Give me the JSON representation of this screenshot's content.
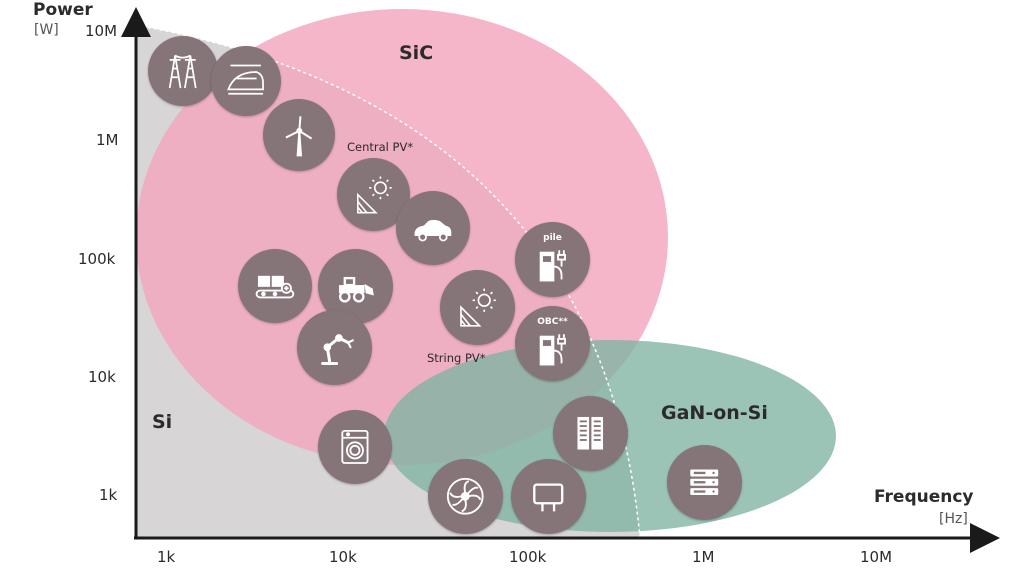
{
  "axes": {
    "y_title": "Power",
    "y_unit": "[W]",
    "x_title": "Frequency",
    "x_unit": "[Hz]",
    "y_ticks": [
      "10M",
      "1M",
      "100k",
      "10k",
      "1k"
    ],
    "x_ticks": [
      "1k",
      "10k",
      "100k",
      "1M",
      "10M"
    ]
  },
  "regions": {
    "si": "Si",
    "sic": "SiC",
    "gan": "GaN-on-Si"
  },
  "labels": {
    "central_pv": "Central PV*",
    "string_pv": "String PV*"
  },
  "icons": {
    "pile_text": "pile",
    "obc_text": "OBC**"
  },
  "colors": {
    "si": "#d8d5d6",
    "sic": "#f2a6bc",
    "gan": "#7fb3a1",
    "icon_circle": "#857478",
    "axis": "#1a1a1a"
  }
}
